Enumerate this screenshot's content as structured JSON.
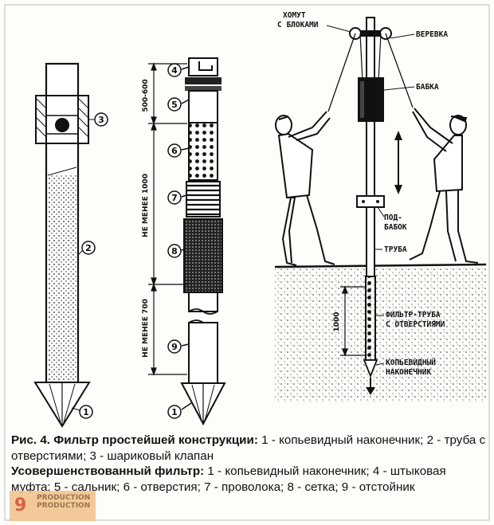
{
  "callouts": {
    "n1a": "1",
    "n2": "2",
    "n3": "3",
    "n4": "4",
    "n5": "5",
    "n6": "6",
    "n7": "7",
    "n8": "8",
    "n9": "9",
    "n1b": "1"
  },
  "dimensions": {
    "d1": "500-600",
    "d2": "НЕ МЕНЕЕ 1000",
    "d3": "НЕ МЕНЕЕ 700",
    "d4": "1000"
  },
  "scene_labels": {
    "clamp_line1": "ХОМУТ",
    "clamp_line2": "С БЛОКАМИ",
    "rope": "ВЕРЕВКА",
    "weight": "БАБКА",
    "support_line1": "ПОД-",
    "support_line2": "БАБОК",
    "pipe": "ТРУБА",
    "filter_line1": "ФИЛЬТР-ТРУБА",
    "filter_line2": "С ОТВЕРСТИЯМИ",
    "tip_line1": "КОПЬЕВИДНЫЙ",
    "tip_line2": "НАКОНЕЧНИК"
  },
  "caption": {
    "fig_title": "Рис. 4. Фильтр простейшей конструкции:",
    "fig_text": " 1 - копьевидный наконечник; 2 - труба с отверстиями; 3 - шариковый клапан",
    "improved_title": "Усовершенствованный фильтр:",
    "improved_text": " 1 - копьевидный наконечник; 4 - штыковая муфта; 5 - сальник; 6 - отверстия; 7 - проволока; 8 - сетка; 9 - отстойник"
  },
  "watermark": {
    "num": "9",
    "line1": "PRODUCTION",
    "line2": "PRODUCTION"
  }
}
